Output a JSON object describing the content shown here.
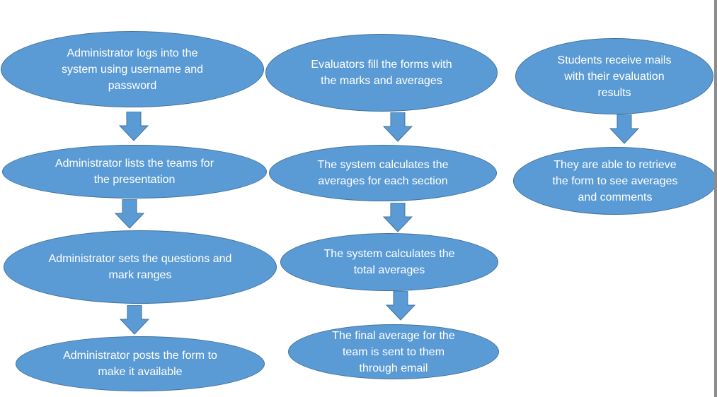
{
  "colors": {
    "node_fill": "#5b9bd5",
    "node_border": "#41719c",
    "arrow_fill": "#5b9bd5",
    "text": "#ffffff",
    "background": "#ffffff"
  },
  "columns": {
    "administrator": {
      "step1": "Administrator logs into the system using username and password",
      "step2": "Administrator lists the teams for the presentation",
      "step3": "Administrator sets the questions and mark ranges",
      "step4": "Administrator posts the form to make it available"
    },
    "evaluation": {
      "step1": "Evaluators fill the forms with the marks and averages",
      "step2": "The system calculates the averages for each section",
      "step3": "The system calculates the total averages",
      "step4": "The final average for the team is sent to them through email"
    },
    "students": {
      "step1": "Students receive mails with their evaluation results",
      "step2": "They are able to retrieve the form to see averages and comments"
    }
  }
}
